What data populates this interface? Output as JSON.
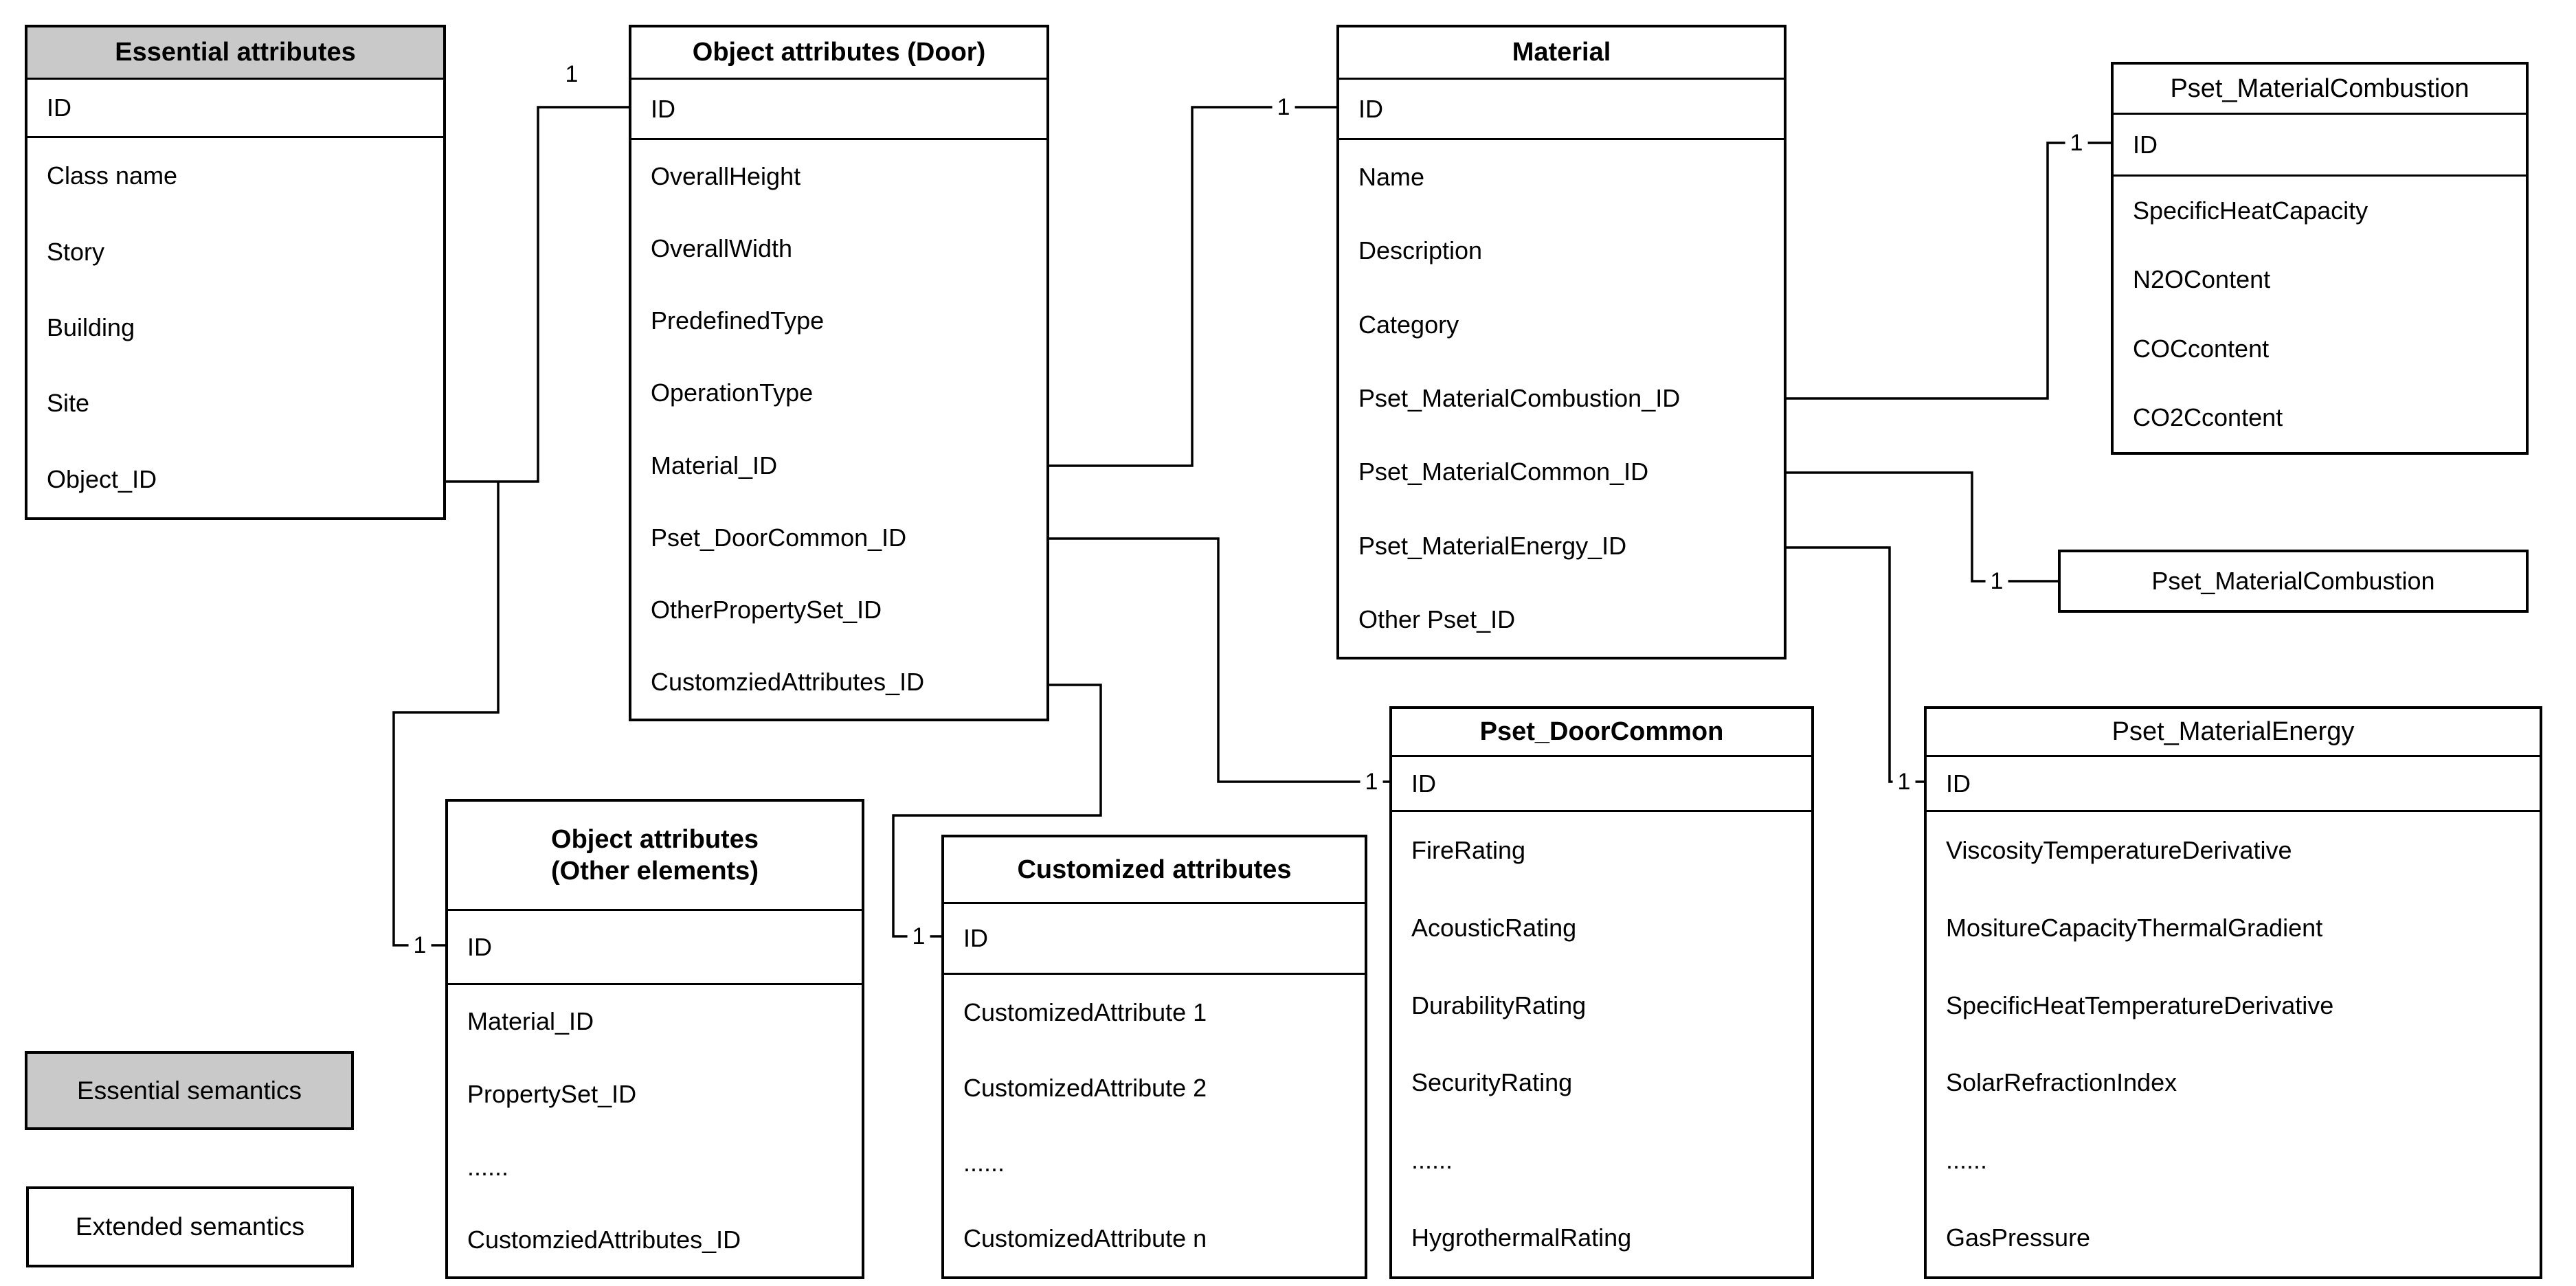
{
  "colors": {
    "background": "#ffffff",
    "box_border": "#000000",
    "gray_fill": "#c9c9c9",
    "line": "#000000"
  },
  "entities": {
    "essential": {
      "title": "Essential attributes",
      "id_label": "ID",
      "attributes": [
        "Class name",
        "Story",
        "Building",
        "Site",
        "Object_ID"
      ]
    },
    "door": {
      "title": "Object attributes (Door)",
      "id_label": "ID",
      "attributes": [
        "OverallHeight",
        "OverallWidth",
        "PredefinedType",
        "OperationType",
        "Material_ID",
        "Pset_DoorCommon_ID",
        "OtherPropertySet_ID",
        "CustomziedAttributes_ID"
      ]
    },
    "material": {
      "title": "Material",
      "id_label": "ID",
      "attributes": [
        "Name",
        "Description",
        "Category",
        "Pset_MaterialCombustion_ID",
        "Pset_MaterialCommon_ID",
        "Pset_MaterialEnergy_ID",
        "Other Pset_ID"
      ]
    },
    "pset_material_combustion": {
      "title": "Pset_MaterialCombustion",
      "id_label": "ID",
      "attributes": [
        "SpecificHeatCapacity",
        "N2OContent",
        "COCcontent",
        "CO2Ccontent"
      ]
    },
    "pset_material_combustion_single": {
      "title": "Pset_MaterialCombustion"
    },
    "pset_door_common": {
      "title": "Pset_DoorCommon",
      "id_label": "ID",
      "attributes": [
        "FireRating",
        "AcousticRating",
        "DurabilityRating",
        "SecurityRating",
        "......",
        "HygrothermalRating"
      ]
    },
    "pset_material_energy": {
      "title": "Pset_MaterialEnergy",
      "id_label": "ID",
      "attributes": [
        "ViscosityTemperatureDerivative",
        "MositureCapacityThermalGradient",
        "SpecificHeatTemperatureDerivative",
        "SolarRefractionIndex",
        "......",
        "GasPressure"
      ]
    },
    "other_elements": {
      "title_line1": "Object attributes",
      "title_line2": "(Other elements)",
      "id_label": "ID",
      "attributes": [
        "Material_ID",
        "PropertySet_ID",
        "......",
        "CustomziedAttributes_ID"
      ]
    },
    "customized": {
      "title": "Customized attributes",
      "id_label": "ID",
      "attributes": [
        "CustomizedAttribute 1",
        "CustomizedAttribute 2",
        "......",
        "CustomizedAttribute n"
      ]
    }
  },
  "legend": {
    "essential": "Essential semantics",
    "extended": "Extended semantics"
  },
  "connectors": [
    {
      "from": "essential.Object_ID",
      "to": "door.ID",
      "label": "1"
    },
    {
      "from": "essential.Object_ID",
      "to": "other_elements.ID",
      "label": "1"
    },
    {
      "from": "door.Material_ID",
      "to": "material.ID",
      "label": "1"
    },
    {
      "from": "door.Pset_DoorCommon_ID",
      "to": "pset_door_common.ID",
      "label": "1"
    },
    {
      "from": "door.CustomziedAttributes_ID",
      "to": "customized.ID",
      "label": "1"
    },
    {
      "from": "material.Pset_MaterialCombustion_ID",
      "to": "pset_material_combustion.ID",
      "label": "1"
    },
    {
      "from": "material.Pset_MaterialCommon_ID",
      "to": "pset_material_combustion_single",
      "label": "1"
    },
    {
      "from": "material.Pset_MaterialEnergy_ID",
      "to": "pset_material_energy.ID",
      "label": "1"
    }
  ]
}
